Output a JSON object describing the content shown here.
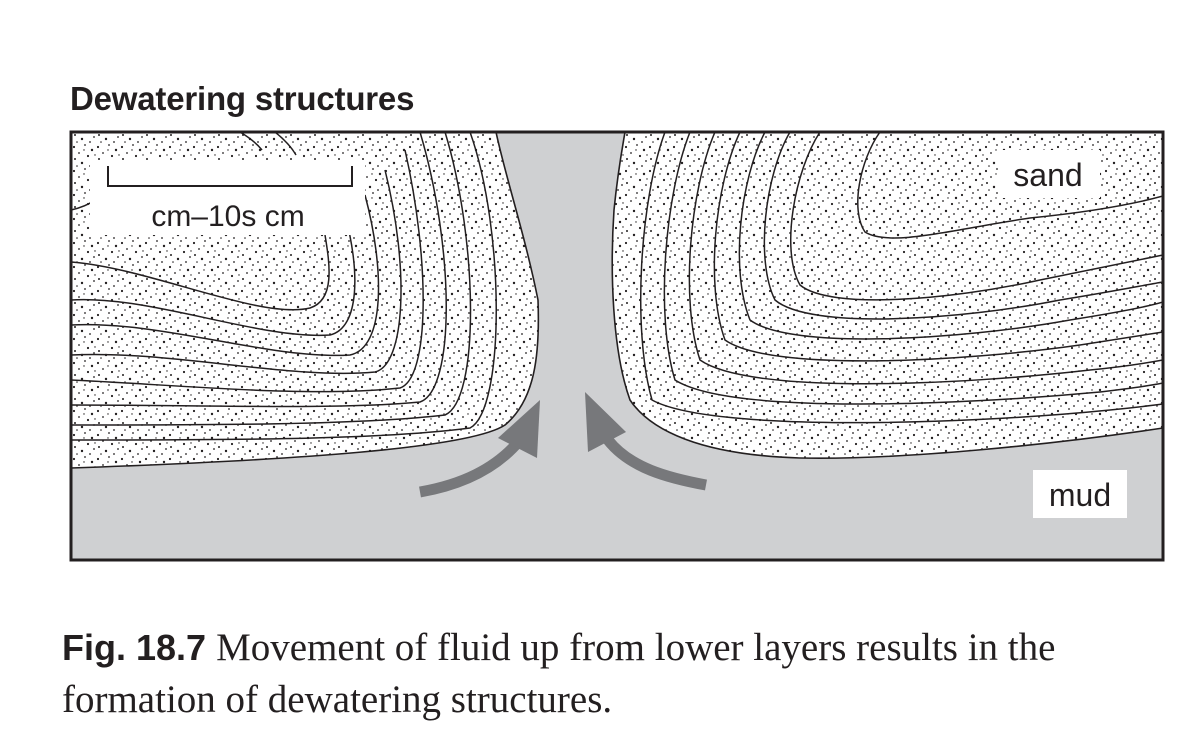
{
  "title": "Dewatering structures",
  "labels": {
    "scale": "cm–10s cm",
    "sand": "sand",
    "mud": "mud"
  },
  "caption": {
    "figure_number": "Fig. 18.7",
    "text": "Movement of fluid up from lower layers results in the formation of dewatering structures."
  },
  "colors": {
    "mud": "#cfd0d2",
    "arrow": "#77787b",
    "line": "#231f20"
  }
}
